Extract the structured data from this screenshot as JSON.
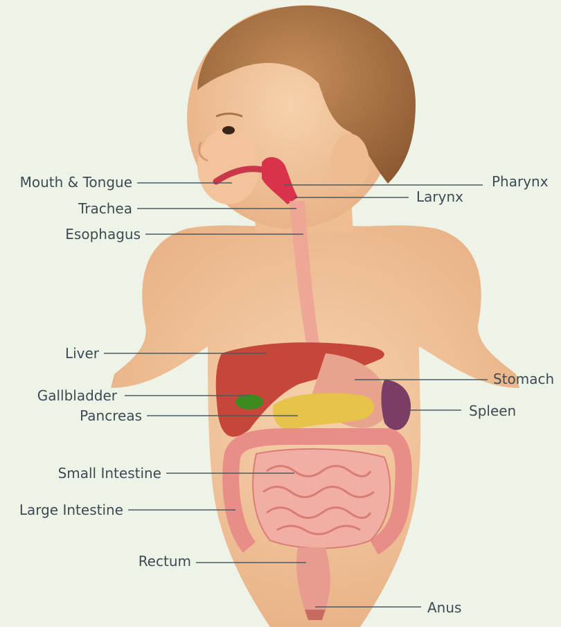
{
  "diagram": {
    "labels_left": [
      {
        "id": "mouth",
        "text": "Mouth & Tongue"
      },
      {
        "id": "trachea",
        "text": "Trachea"
      },
      {
        "id": "esophagus",
        "text": "Esophagus"
      },
      {
        "id": "liver",
        "text": "Liver"
      },
      {
        "id": "gallbladder",
        "text": "Gallbladder"
      },
      {
        "id": "pancreas",
        "text": "Pancreas"
      },
      {
        "id": "small_intestine",
        "text": "Small Intestine"
      },
      {
        "id": "large_intestine",
        "text": "Large Intestine"
      },
      {
        "id": "rectum",
        "text": "Rectum"
      }
    ],
    "labels_right": [
      {
        "id": "pharynx",
        "text": "Pharynx"
      },
      {
        "id": "larynx",
        "text": "Larynx"
      },
      {
        "id": "stomach",
        "text": "Stomach"
      },
      {
        "id": "spleen",
        "text": "Spleen"
      },
      {
        "id": "anus",
        "text": "Anus"
      }
    ]
  },
  "colors": {
    "background": "#eef3e8",
    "skin": "#f2c49b",
    "hair": "#b07a4c",
    "liver": "#c8483a",
    "stomach": "#e9a390",
    "intestine": "#ec9a92",
    "gallbladder": "#3f8a22",
    "pancreas": "#e8c64a",
    "spleen": "#7b3f66",
    "leader_line": "#4a5a62",
    "label_text": "#3c4a52"
  }
}
